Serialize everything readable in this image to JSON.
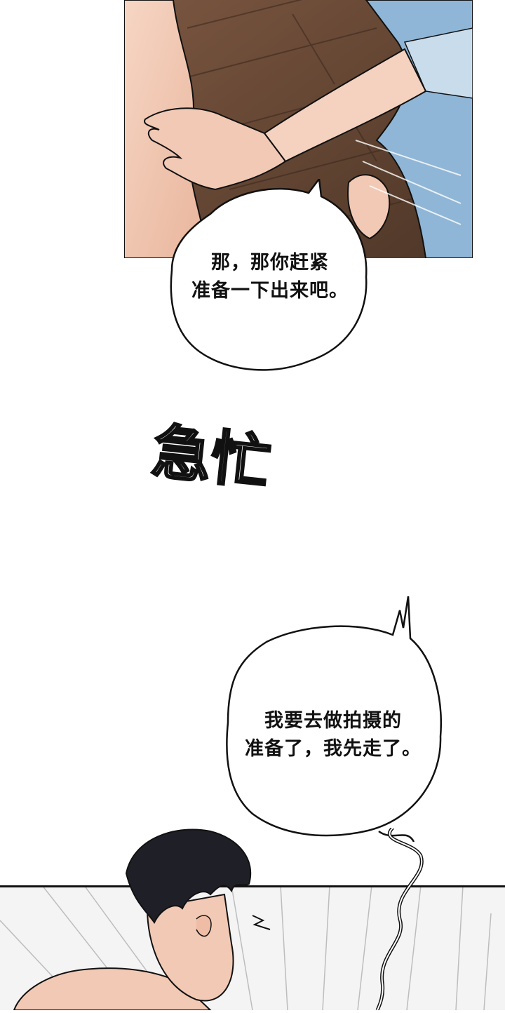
{
  "panels": [
    {
      "id": "top",
      "description_icon": "hand-on-back-illustration"
    },
    {
      "id": "bottom",
      "description_icon": "man-turning-illustration"
    }
  ],
  "bubbles": [
    {
      "line1": "那，那你赶紧",
      "line2": "准备一下出来吧。"
    },
    {
      "line1": "我要去做拍摄的",
      "line2": "准备了，我先走了。"
    }
  ],
  "sfx": {
    "text": "急忙"
  },
  "colors": {
    "skin": "#f2c9b4",
    "floor": "#6b4b35",
    "shirt": "#8fb6d6",
    "hair": "#1f2027",
    "line": "#111111"
  }
}
